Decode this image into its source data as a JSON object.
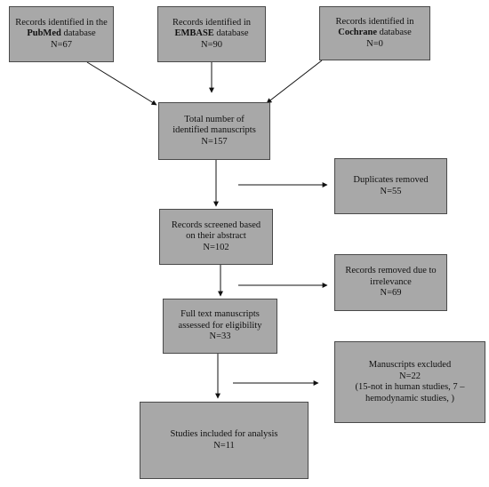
{
  "boxes": {
    "pubmed": {
      "line1": "Records identified in the",
      "db": "PubMed",
      "db_suffix": " database",
      "count": "N=67"
    },
    "embase": {
      "line1": "Records identified in",
      "db": "EMBASE",
      "db_suffix": " database",
      "count": "N=90"
    },
    "cochrane": {
      "line1": "Records identified in",
      "db": "Cochrane",
      "db_suffix": " database",
      "count": "N=0"
    },
    "total": {
      "line1": "Total number of",
      "line2": "identified manuscripts",
      "count": "N=157"
    },
    "duplicates": {
      "line1": "Duplicates removed",
      "count": "N=55"
    },
    "screened": {
      "line1": "Records screened based",
      "line2": "on their abstract",
      "count": "N=102"
    },
    "irrelevance": {
      "line1": "Records removed due to",
      "line2": "irrelevance",
      "count": "N=69"
    },
    "fulltext": {
      "line1": "Full text manuscripts",
      "line2": "assessed for eligibility",
      "count": "N=33"
    },
    "excluded": {
      "line1": "Manuscripts excluded",
      "count": "N=22",
      "line3": "(15-not in human studies, 7 –",
      "line4": "hemodynamic studies, )"
    },
    "included": {
      "line1": "Studies included for analysis",
      "count": "N=11"
    }
  },
  "colors": {
    "box_fill": "#a8a8a8",
    "box_border": "#4a4a4a",
    "arrow": "#111111"
  }
}
